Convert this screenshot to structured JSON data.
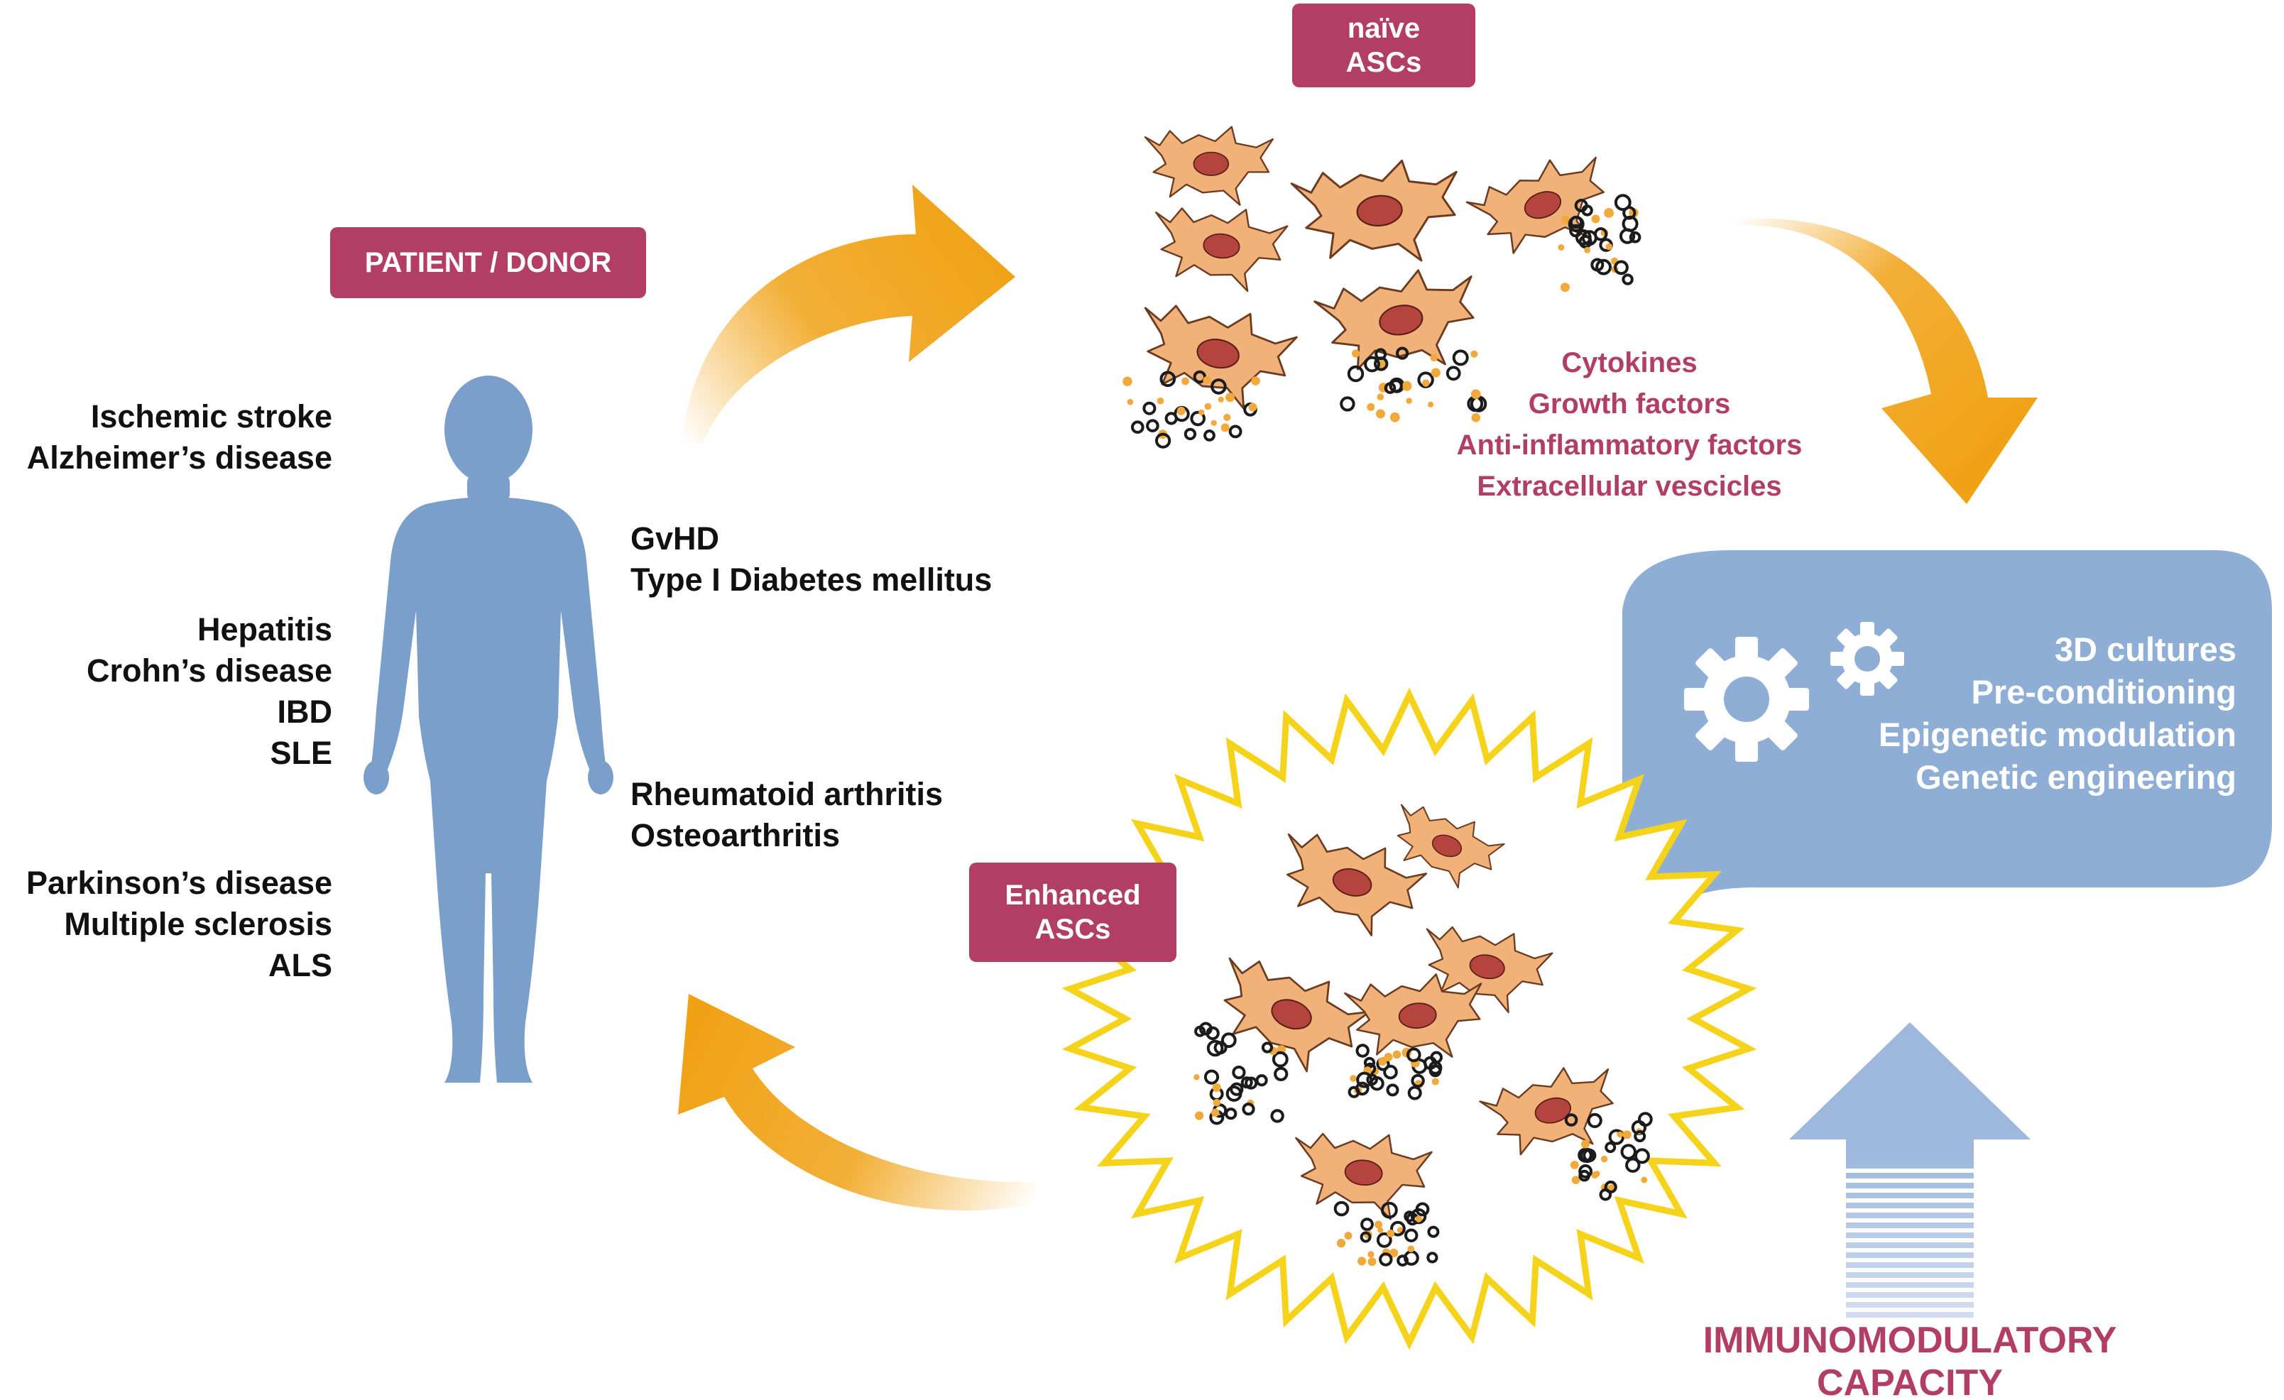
{
  "labels": {
    "patient_donor": "PATIENT / DONOR",
    "naive_asc": [
      "naïve",
      "ASCs"
    ],
    "enhanced_asc": [
      "Enhanced",
      "ASCs"
    ],
    "capacity": [
      "IMMUNOMODULATORY",
      "CAPACITY"
    ]
  },
  "diseases": {
    "group_neuro_1": [
      "Ischemic stroke",
      "Alzheimer’s disease"
    ],
    "group_inflam": [
      "Hepatitis",
      "Crohn’s disease",
      "IBD",
      "SLE"
    ],
    "group_neuro_2": [
      "Parkinson’s disease",
      "Multiple sclerosis",
      "ALS"
    ],
    "group_immune": [
      "GvHD",
      "Type I Diabetes mellitus"
    ],
    "group_joint": [
      "Rheumatoid arthritis",
      "Osteoarthritis"
    ]
  },
  "secreted_factors": [
    "Cytokines",
    "Growth factors",
    "Anti-inflammatory factors",
    "Extracellular vescicles"
  ],
  "enhancement_methods": [
    "3D cultures",
    "Pre-conditioning",
    "Epigenetic modulation",
    "Genetic engineering"
  ],
  "colors": {
    "tag": "#b23e66",
    "body": "#7a9fcb",
    "bubble": "#8eaed6",
    "arrow": "#f0a113",
    "star": "#f6d31b",
    "cell_body": "#f1b27a",
    "cell_nucleus": "#b5443f",
    "particle_dark": "#1b1b1b",
    "particle_orange": "#f2a93b",
    "capacity_arrow": "#9db8dc"
  },
  "icons": [
    "human-figure-icon",
    "gear-icon",
    "cell-icon"
  ]
}
